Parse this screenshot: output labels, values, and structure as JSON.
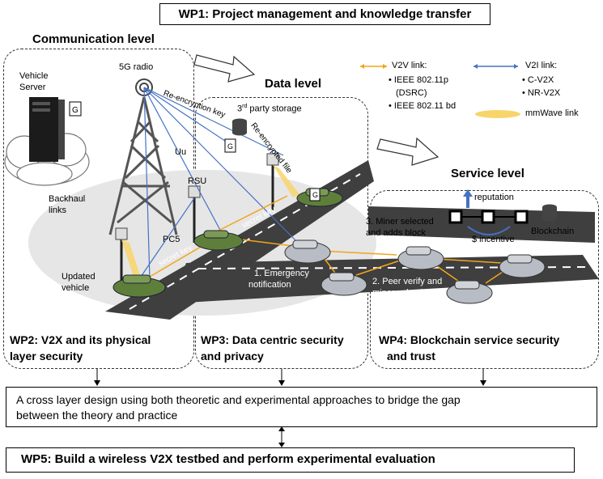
{
  "wp1": "WP1: Project management and knowledge transfer",
  "levels": {
    "communication": "Communication level",
    "data": "Data level",
    "service": "Service level"
  },
  "communication": {
    "radio": "5G radio",
    "vehicle_server_line1": "Vehicle",
    "vehicle_server_line2": "Server",
    "backhaul_line1": "Backhaul",
    "backhaul_line2": "links",
    "uu": "Uu",
    "rsu": "RSU",
    "pc5": "PC5",
    "updated_vehicle_line1": "Updated",
    "updated_vehicle_line2": "vehicle",
    "secret_key_1": "secret key",
    "secret_key_2": "secret key"
  },
  "data_level": {
    "storage_prefix": "3",
    "storage_sup": "rd",
    "storage_suffix": " party storage",
    "reencryption_key": "Re-encryption key",
    "reencrypted_file": "Re-encrypted file",
    "step1_line1": "1. Emergency",
    "step1_line2": "notification"
  },
  "service_level": {
    "reputation": "reputation",
    "incentive": "$ incentive",
    "blockchain": "Blockchain",
    "step3_line1": "3. Miner selected",
    "step3_line2": "and adds block",
    "step2_line1": "2. Peer verify and",
    "step2_line2": "miner selection"
  },
  "legend": {
    "v2v_title": "V2V link:",
    "v2v_items": [
      "IEEE 802.11p",
      "(DSRC)",
      "IEEE 802.11 bd"
    ],
    "v2i_title": "V2I link:",
    "v2i_items": [
      "C-V2X",
      "NR-V2X"
    ],
    "mmwave": "mmWave link"
  },
  "wp2_line1": "WP2: V2X and its physical",
  "wp2_line2": "layer security",
  "wp3_line1": "WP3: Data centric security",
  "wp3_line2": "and privacy",
  "wp4_line1": "WP4: Blockchain service security",
  "wp4_line2": "and trust",
  "cross_layer_line1": "A cross layer design using both theoretic and experimental approaches to bridge the gap",
  "cross_layer_line2": "between the theory and practice",
  "wp5": "WP5: Build a wireless V2X testbed and perform experimental evaluation",
  "colors": {
    "v2v": "#f2a51a",
    "v2i": "#4472c4",
    "mmwave": "#f7d56b",
    "road": "#3f3f3f",
    "car": "#5e7f3a"
  }
}
